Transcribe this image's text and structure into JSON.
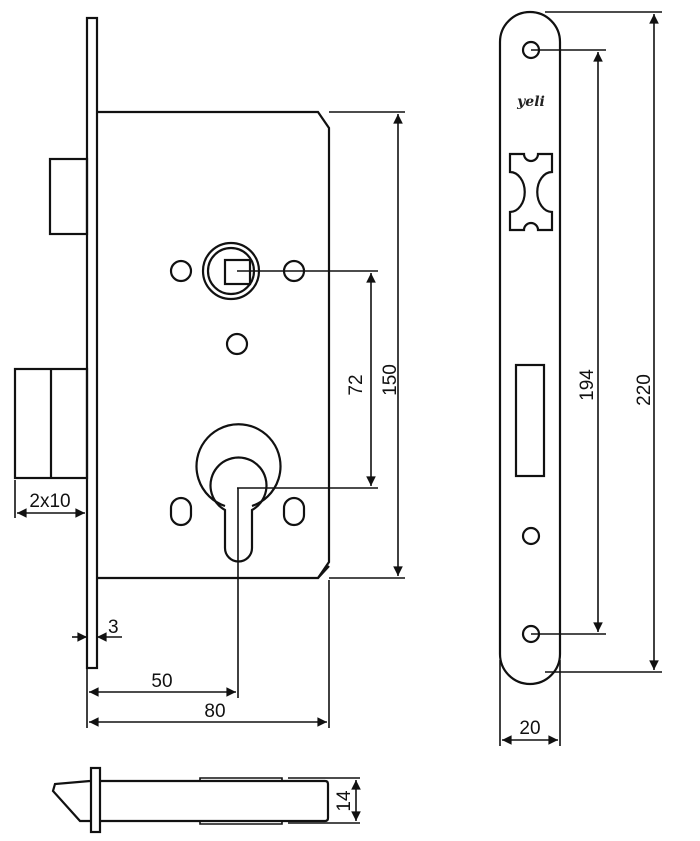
{
  "drawing": {
    "logo_text": "yeli",
    "dimensions": {
      "backset_label": "50",
      "body_depth_label": "80",
      "faceplate_thickness_label": "3",
      "deadbolt_throw_label": "2x10",
      "spindle_to_cylinder_label": "72",
      "body_height_label": "150",
      "hole_spacing_label": "194",
      "faceplate_height_label": "220",
      "faceplate_width_label": "20",
      "body_thickness_label": "14"
    }
  }
}
